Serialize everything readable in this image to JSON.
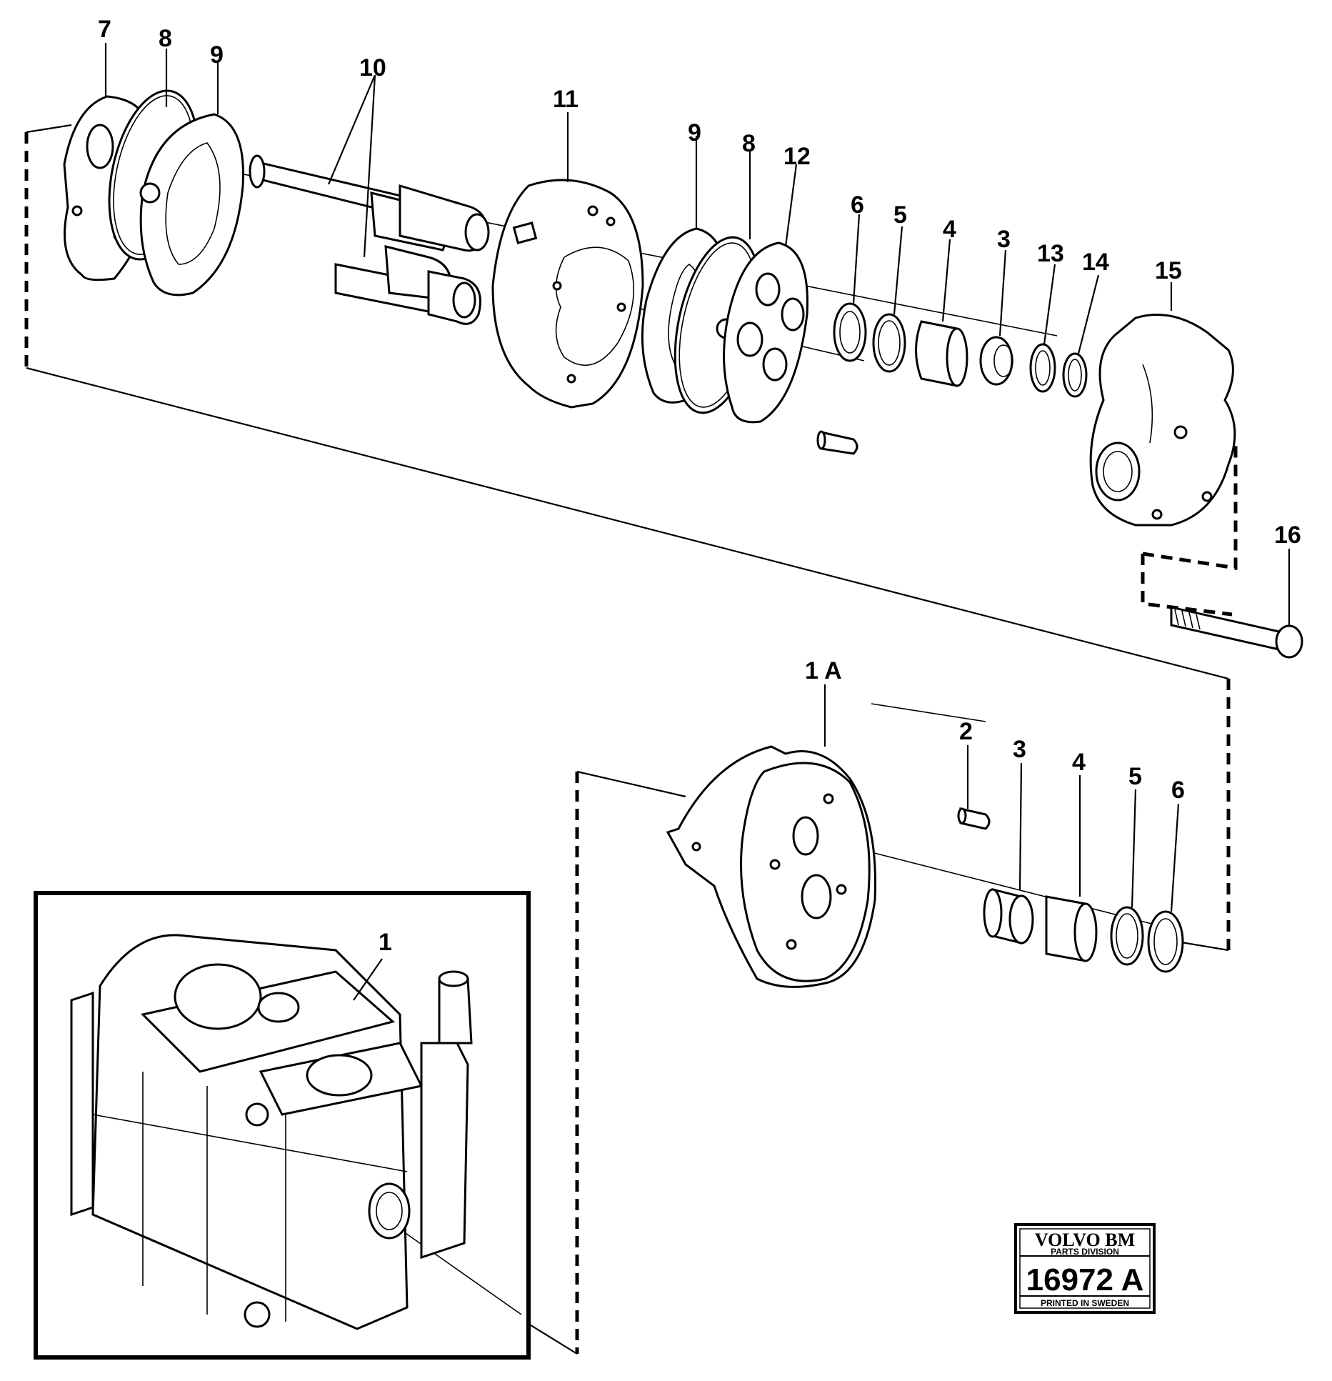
{
  "labels": {
    "l7": "7",
    "l8a": "8",
    "l9a": "9",
    "l10": "10",
    "l11": "11",
    "l9b": "9",
    "l8b": "8",
    "l12": "12",
    "l6a": "6",
    "l5a": "5",
    "l4a": "4",
    "l3a": "3",
    "l13": "13",
    "l14": "14",
    "l15": "15",
    "l16": "16",
    "l1a": "1 A",
    "l2": "2",
    "l3b": "3",
    "l4b": "4",
    "l5b": "5",
    "l6b": "6",
    "l1": "1"
  },
  "stamp": {
    "brand": "VOLVO BM",
    "division": "PARTS DIVISION",
    "number": "16972 A",
    "printed": "PRINTED IN SWEDEN"
  }
}
